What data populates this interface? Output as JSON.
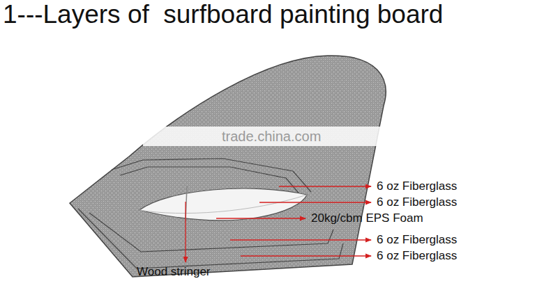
{
  "diagram": {
    "title": "1---Layers of  surfboard painting board",
    "labels": [
      "trade.china.com",
      "6 oz Fiberglass",
      "6 oz Fiberglass",
      "20kg/cbm EPS Foam",
      "6 oz Fiberglass",
      "6 oz Fiberglass",
      "Wood stringer"
    ]
  }
}
